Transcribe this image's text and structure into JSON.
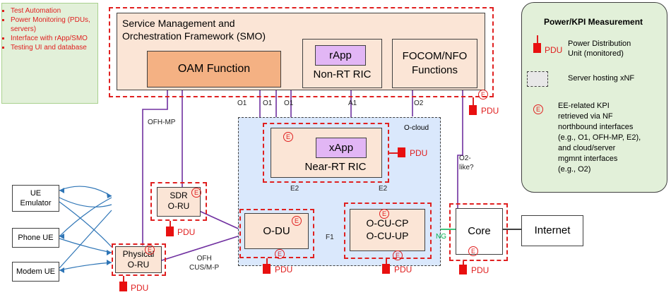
{
  "top_left_notes": [
    "Test Automation",
    "Power Monitoring (PDUs, servers)",
    "Interface with rApp/SMO",
    "Testing UI and database"
  ],
  "smo": {
    "title_line1": "Service Management and",
    "title_line2": "Orchestration Framework (SMO)",
    "oam": "OAM Function",
    "rapp": "rApp",
    "nonrt": "Non-RT RIC",
    "focom_line1": "FOCOM/NFO",
    "focom_line2": "Functions"
  },
  "ocloud_label": "O-cloud",
  "nearrt": {
    "xapp": "xApp",
    "label": "Near-RT RIC"
  },
  "nodes": {
    "sdr_line1": "SDR",
    "sdr_line2": "O-RU",
    "odu": "O-DU",
    "ocu_cp": "O-CU-CP",
    "ocu_up": "O-CU-UP",
    "core": "Core",
    "internet": "Internet",
    "physical_line1": "Physical",
    "physical_line2": "O-RU"
  },
  "ues": {
    "ue_emu_line1": "UE",
    "ue_emu_line2": "Emulator",
    "phone": "Phone UE",
    "modem": "Modem UE"
  },
  "interfaces": {
    "o1a": "O1",
    "o1b": "O1",
    "o1c": "O1",
    "a1": "A1",
    "o2": "O2",
    "ofh_mp": "OFH-MP",
    "e2a": "E2",
    "e2b": "E2",
    "f1": "F1",
    "ng": "NG",
    "o2like_line1": "O2-",
    "o2like_line2": "like?",
    "ofh_line1": "OFH",
    "ofh_line2": "CUS/M-P"
  },
  "pdu_label": "PDU",
  "e_symbol": "E",
  "legend": {
    "title": "Power/KPI Measurement",
    "pdu_text_line1": "Power Distribution",
    "pdu_text_line2": "Unit (monitored)",
    "server_text": "Server hosting xNF",
    "kpi_lines": [
      "EE-related KPI",
      "retrieved via NF",
      "northbound interfaces",
      "(e.g., O1, OFH-MP, E2),",
      "and cloud/server",
      "mgmnt interfaces",
      "(e.g., O2)"
    ]
  },
  "colors": {
    "fill_light": "#fbe5d6",
    "fill_dark": "#f4b183",
    "purple_fill": "#e2b6f5",
    "ocloud_fill": "#dae8fc",
    "legend_fill": "#e2f0d9",
    "line_purple": "#7030a0",
    "dash_red": "#e02020",
    "ng_green": "#00b050"
  }
}
